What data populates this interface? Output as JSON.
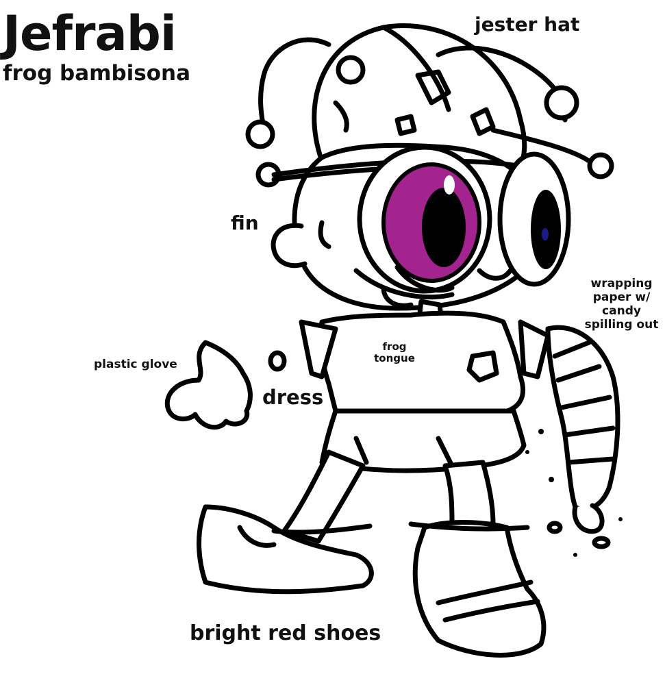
{
  "title": "Jefrabi",
  "subtitle": "frog bambisona",
  "labels": {
    "jester_hat": "jester hat",
    "fin": "fin",
    "wrapping": "wrapping paper w/ candy spilling out",
    "plastic_glove": "plastic glove",
    "frog_tongue": "frog tongue",
    "dress": "dress",
    "shoes": "bright red shoes"
  },
  "colors": {
    "ink": "#000000",
    "background": "#ffffff",
    "eye_iris": "#a3248f",
    "eye_highlight": "#ffffff",
    "pupil_dot": "#1a1a8c"
  }
}
